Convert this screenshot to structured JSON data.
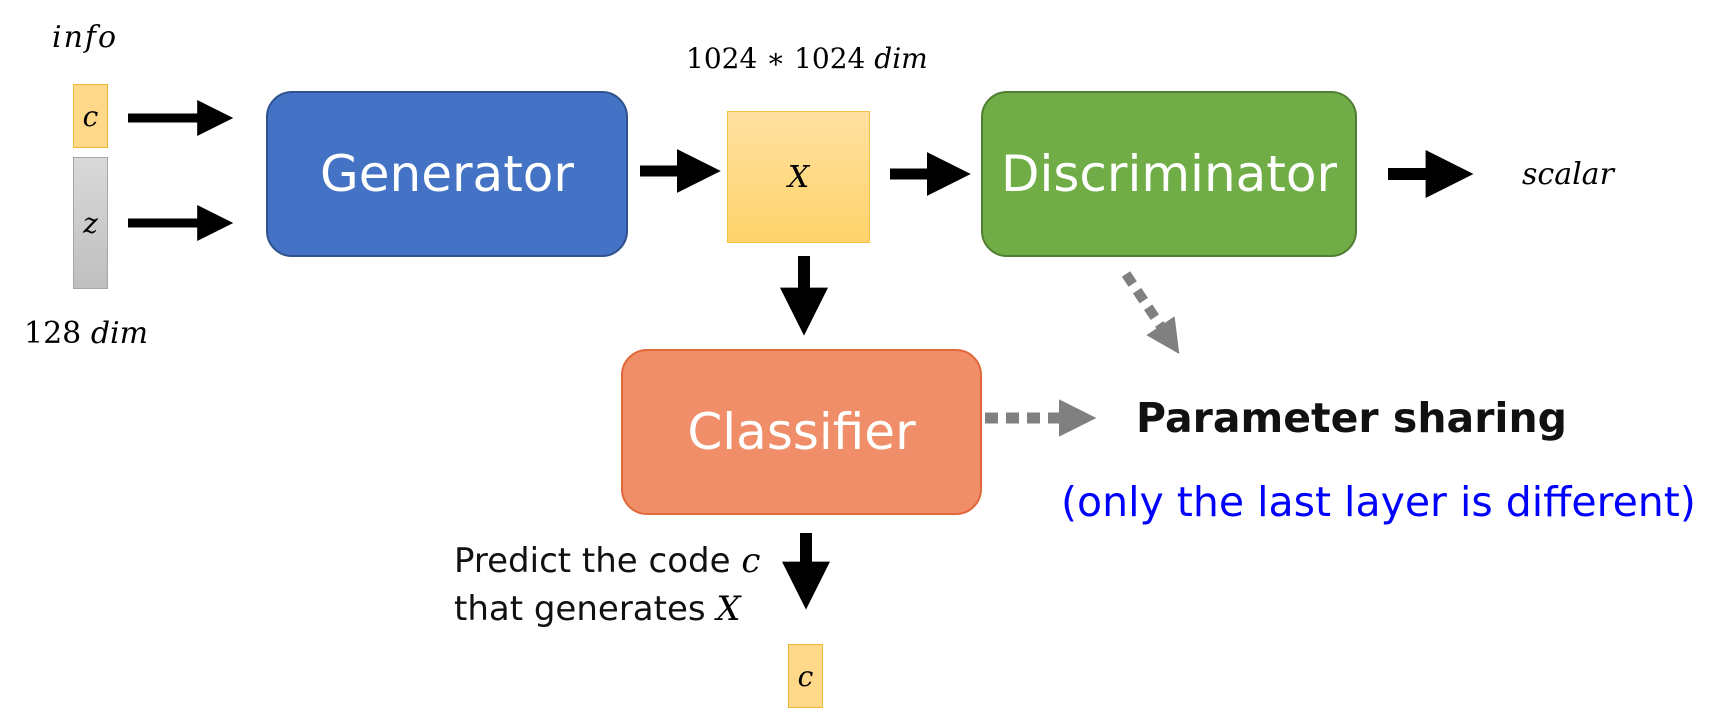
{
  "labels": {
    "info": "info",
    "c": "c",
    "z": "z",
    "noise_dim_num": "128",
    "noise_dim_unit": "dim",
    "image_dim_num": "1024 ∗ 1024",
    "image_dim_unit": "dim",
    "x": "X",
    "scalar": "scalar",
    "output_c": "c"
  },
  "blocks": {
    "generator": "Generator",
    "discriminator": "Discriminator",
    "classifier": "Classifier"
  },
  "annotations": {
    "predict_line1": "Predict the code",
    "predict_line1_var": "c",
    "predict_line2": "that generates",
    "predict_line2_var": "X",
    "parameter_sharing": "Parameter sharing",
    "note": "(only the last layer is different)"
  },
  "colors": {
    "generator": "#4472c4",
    "discriminator": "#70ad47",
    "classifier": "#f08e6a",
    "code_vector": "#ffd88a",
    "noise_vector": "#c8c8c8",
    "arrow": "#000000",
    "sharing_arrow": "#808080",
    "note_text": "#0000ff"
  }
}
